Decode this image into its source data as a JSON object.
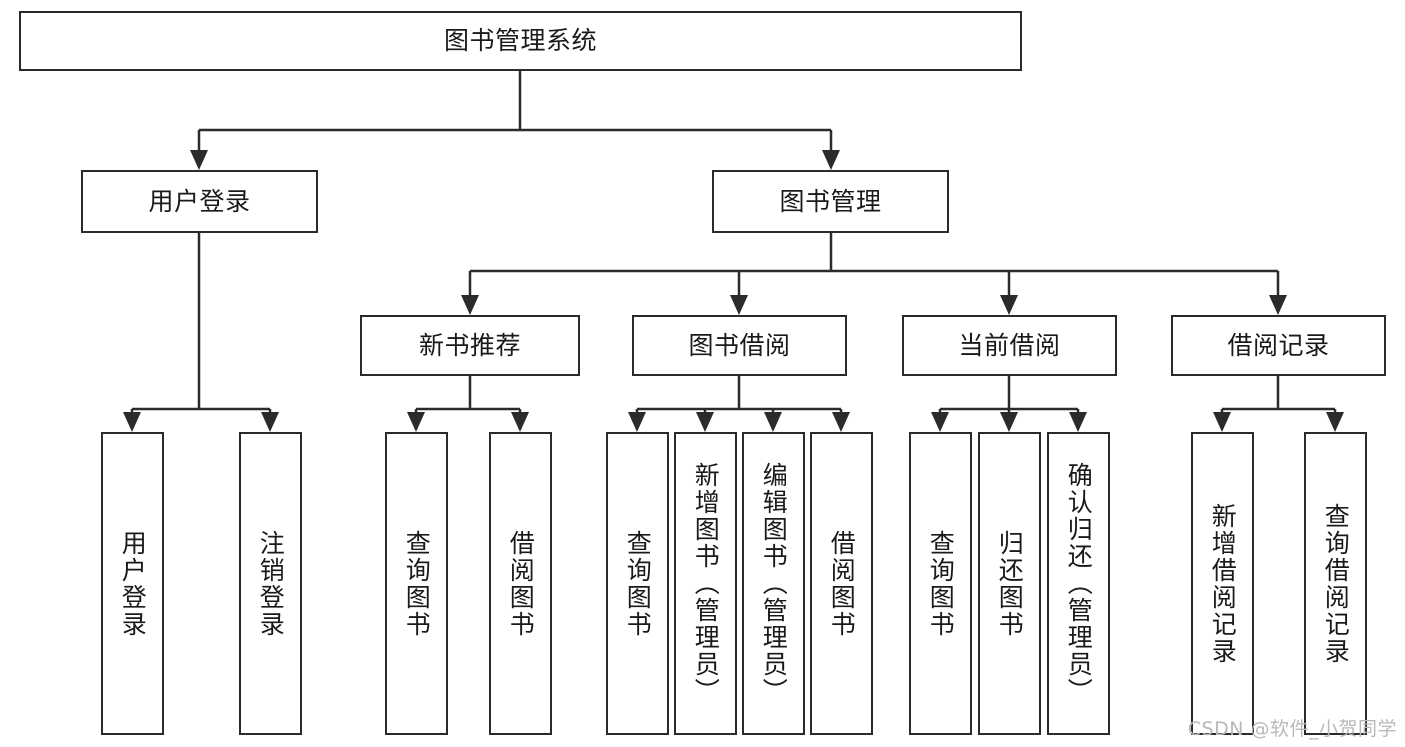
{
  "diagram": {
    "title": "图书管理系统",
    "watermark": "CSDN @软件_小贺同学",
    "type": "tree",
    "root": {
      "id": "root",
      "label": "图书管理系统"
    },
    "level2": [
      {
        "id": "user-login",
        "label": "用户登录"
      },
      {
        "id": "book-manage",
        "label": "图书管理"
      }
    ],
    "level3": [
      {
        "id": "new-book-recommend",
        "label": "新书推荐",
        "parent": "book-manage"
      },
      {
        "id": "book-borrow",
        "label": "图书借阅",
        "parent": "book-manage"
      },
      {
        "id": "current-borrow",
        "label": "当前借阅",
        "parent": "book-manage"
      },
      {
        "id": "borrow-record",
        "label": "借阅记录",
        "parent": "book-manage"
      }
    ],
    "leaves": [
      {
        "id": "leaf-user-login",
        "label": "用户登录",
        "parent": "user-login"
      },
      {
        "id": "leaf-user-logout",
        "label": "注销登录",
        "parent": "user-login"
      },
      {
        "id": "leaf-query-book-1",
        "label": "查询图书",
        "parent": "new-book-recommend"
      },
      {
        "id": "leaf-borrow-book-1",
        "label": "借阅图书",
        "parent": "new-book-recommend"
      },
      {
        "id": "leaf-query-book-2",
        "label": "查询图书",
        "parent": "book-borrow"
      },
      {
        "id": "leaf-add-book",
        "label": "新增图书（管理员）",
        "parent": "book-borrow"
      },
      {
        "id": "leaf-edit-book",
        "label": "编辑图书（管理员）",
        "parent": "book-borrow"
      },
      {
        "id": "leaf-borrow-book-2",
        "label": "借阅图书",
        "parent": "book-borrow"
      },
      {
        "id": "leaf-query-book-3",
        "label": "查询图书",
        "parent": "current-borrow"
      },
      {
        "id": "leaf-return-book",
        "label": "归还图书",
        "parent": "current-borrow"
      },
      {
        "id": "leaf-confirm-return",
        "label": "确认归还（管理员）",
        "parent": "current-borrow"
      },
      {
        "id": "leaf-add-record",
        "label": "新增借阅记录",
        "parent": "borrow-record"
      },
      {
        "id": "leaf-query-record",
        "label": "查询借阅记录",
        "parent": "borrow-record"
      }
    ],
    "colors": {
      "stroke": "#2b2b2b",
      "background": "#ffffff",
      "text": "#1a1a1a",
      "watermark": "#b9b9b9"
    }
  }
}
